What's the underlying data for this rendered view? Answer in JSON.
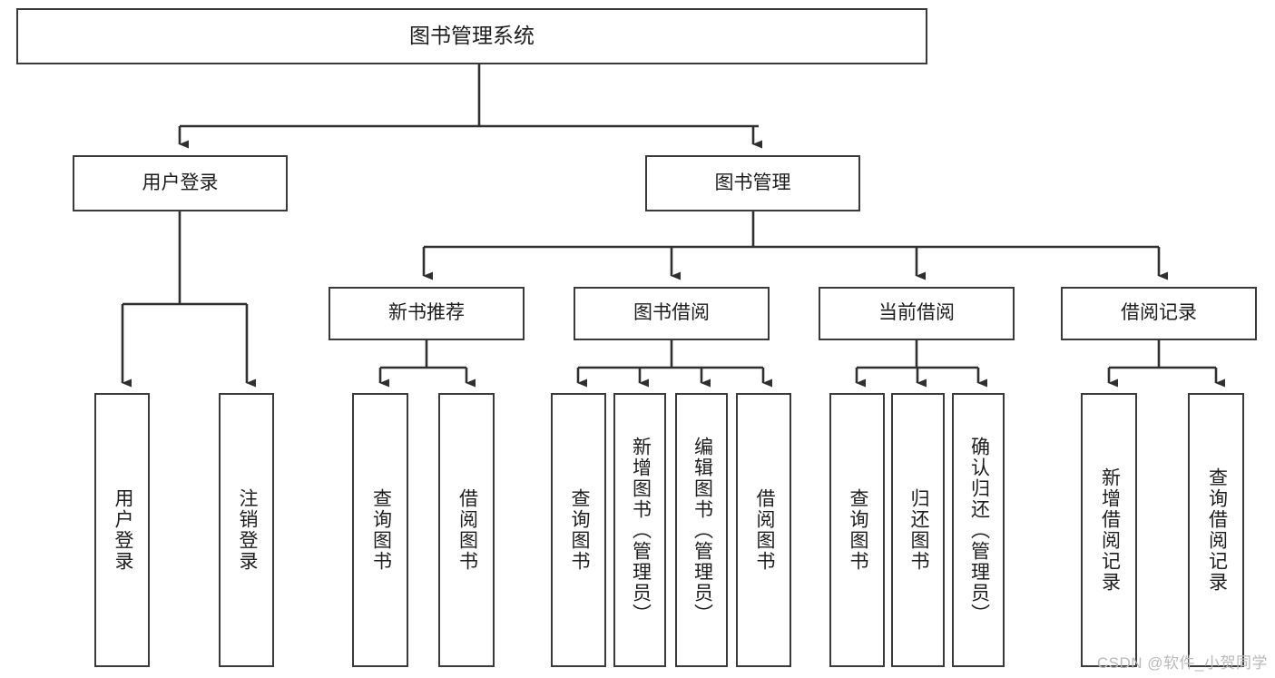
{
  "diagram": {
    "title": "图书管理系统",
    "type": "tree-hierarchy-chart",
    "stroke_color": "#3a3a3a",
    "fill_color": "#ffffff",
    "text_color": "#1d1d1d"
  },
  "nodes": {
    "root": {
      "label": "图书管理系统"
    },
    "level2": [
      {
        "label": "用户登录"
      },
      {
        "label": "图书管理"
      }
    ],
    "level3": [
      {
        "label": "新书推荐"
      },
      {
        "label": "图书借阅"
      },
      {
        "label": "当前借阅"
      },
      {
        "label": "借阅记录"
      }
    ],
    "leaves": {
      "user_login": [
        {
          "label": "用户登录"
        },
        {
          "label": "注销登录"
        }
      ],
      "new_book_recommend": [
        {
          "label": "查询图书"
        },
        {
          "label": "借阅图书"
        }
      ],
      "book_borrow": [
        {
          "label": "查询图书"
        },
        {
          "label": "新增图书（管理员）"
        },
        {
          "label": "编辑图书（管理员）"
        },
        {
          "label": "借阅图书"
        }
      ],
      "current_borrow": [
        {
          "label": "查询图书"
        },
        {
          "label": "归还图书"
        },
        {
          "label": "确认归还（管理员）"
        }
      ],
      "borrow_record": [
        {
          "label": "新增借阅记录"
        },
        {
          "label": "查询借阅记录"
        }
      ]
    }
  },
  "watermark": {
    "text": "CSDN @软件_小贺同学"
  }
}
